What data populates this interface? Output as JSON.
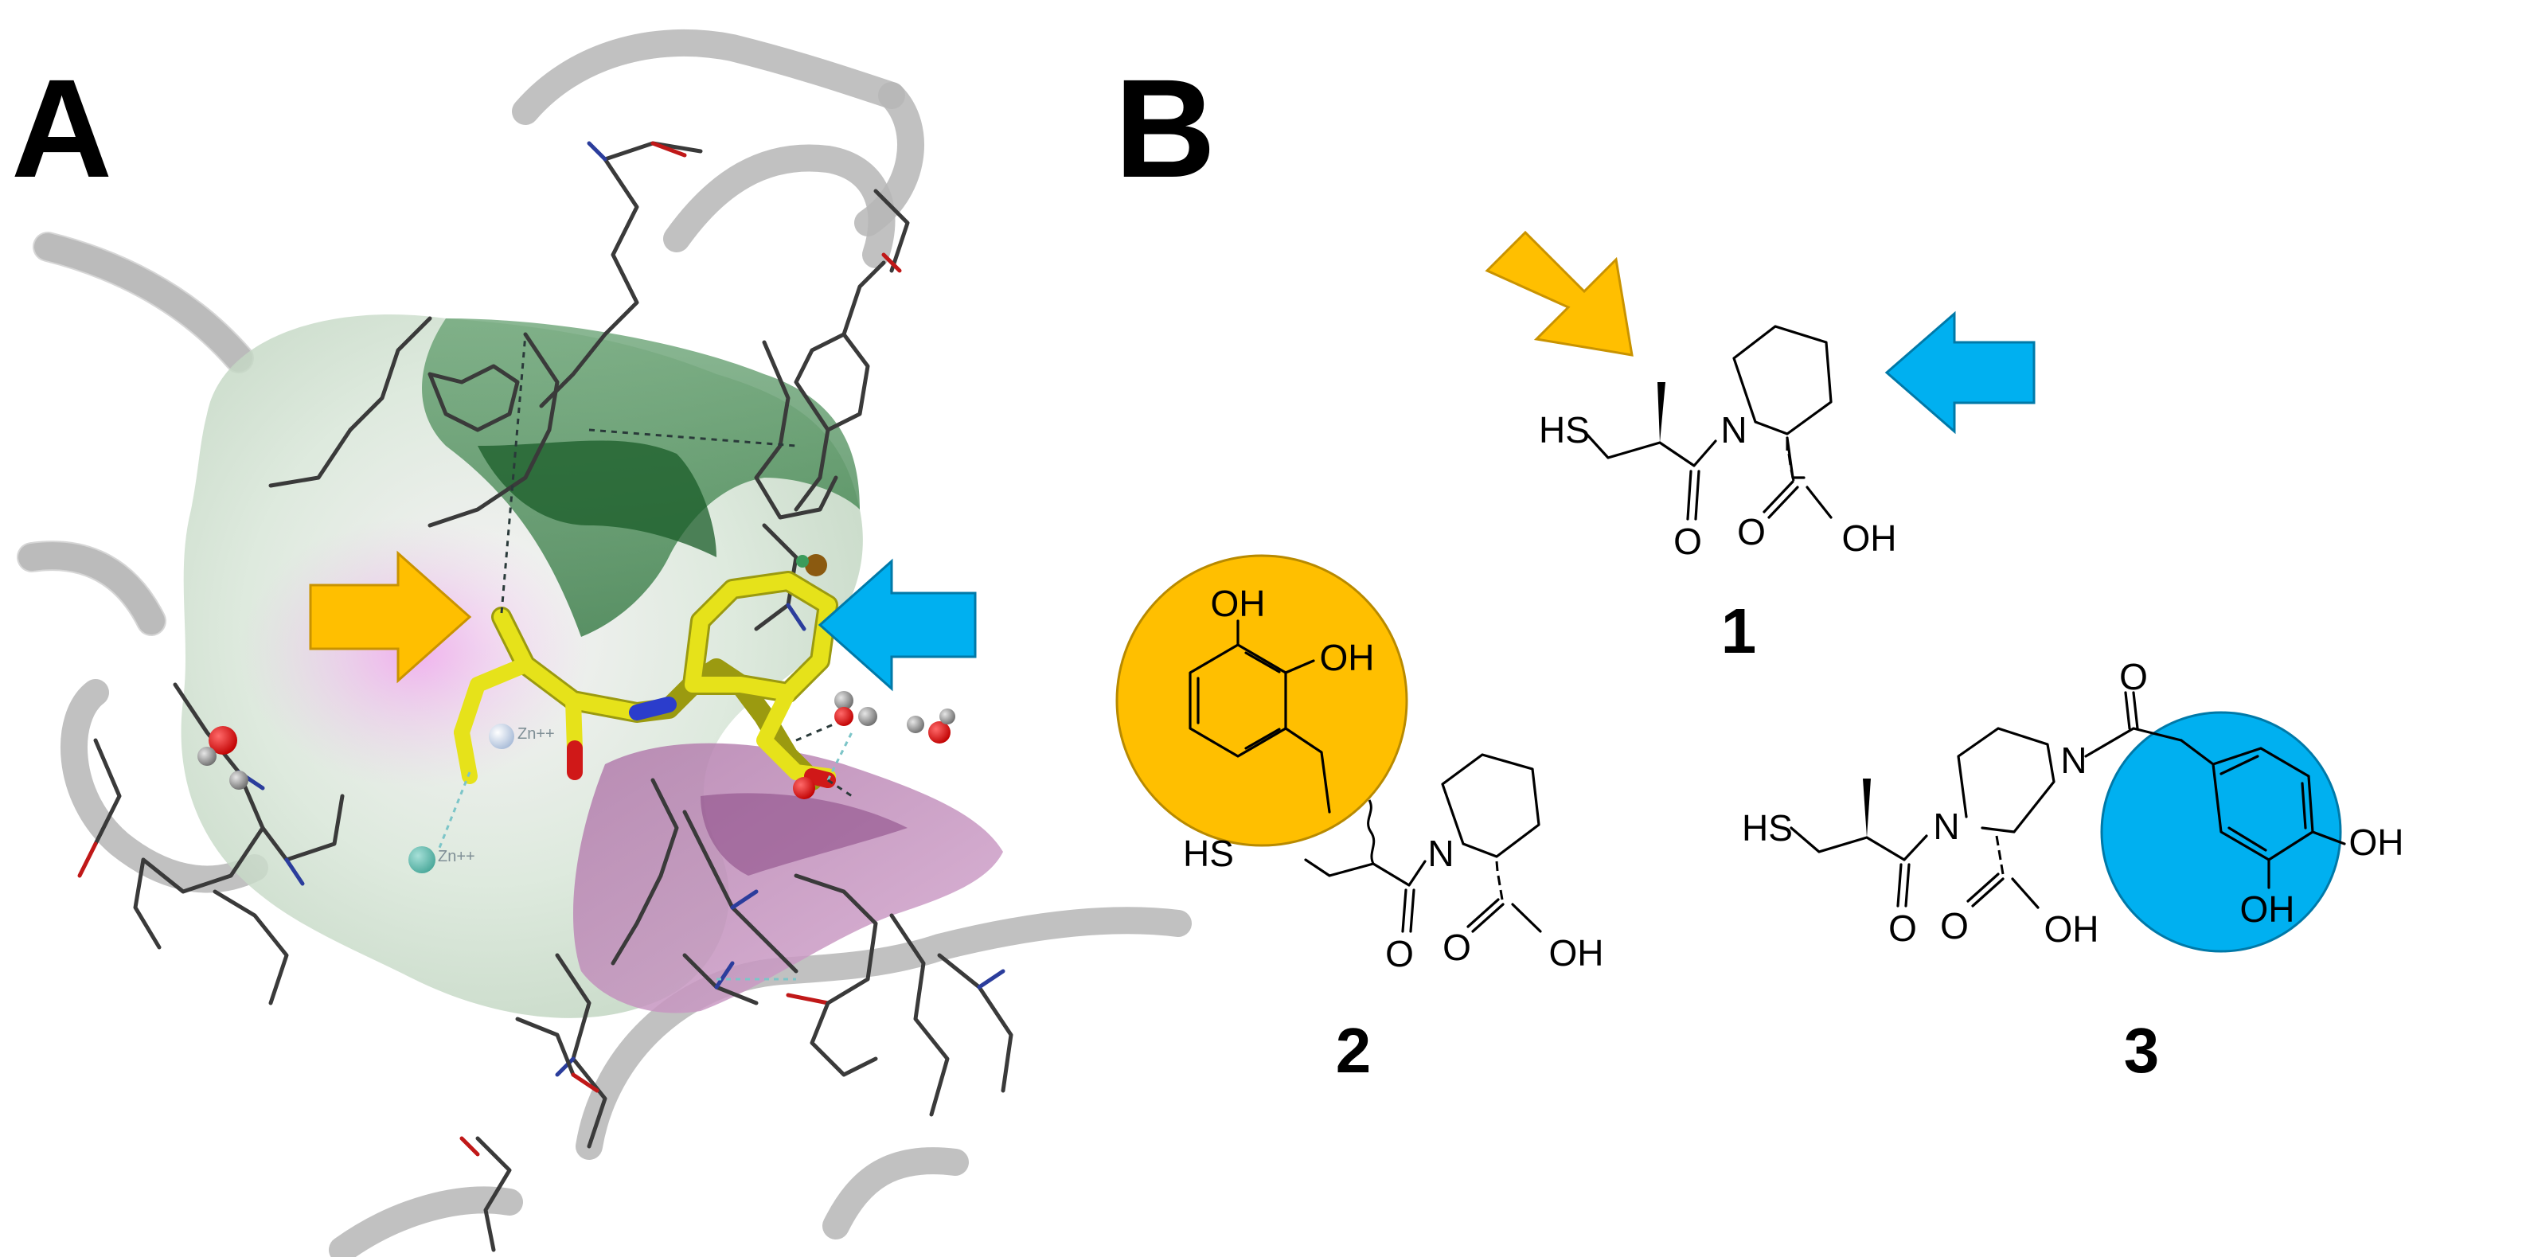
{
  "panels": {
    "a": {
      "label": "A"
    },
    "b": {
      "label": "B"
    }
  },
  "protein": {
    "zinc_label_1": "Zn++",
    "zinc_label_2": "Zn++"
  },
  "colors": {
    "orange_accent": "#FFBF00",
    "blue_accent": "#00B0F0",
    "ligand_yellow": "#E6E21A",
    "pocket_green": "#2E7D3E",
    "pocket_magenta": "#B06AA8"
  },
  "compounds": [
    {
      "number": "1",
      "atoms": {
        "hs": "HS",
        "n": "N",
        "o": "O",
        "oh": "OH",
        "o2": "O"
      }
    },
    {
      "number": "2",
      "atoms": {
        "hs": "HS",
        "n": "N",
        "o": "O",
        "oh": "OH",
        "o2": "O",
        "oh_top": "OH",
        "oh_right": "OH"
      }
    },
    {
      "number": "3",
      "atoms": {
        "hs": "HS",
        "n1": "N",
        "n2": "N",
        "o_top": "O",
        "o": "O",
        "oh": "OH",
        "o2": "O",
        "oh_a": "OH",
        "oh_b": "OH"
      }
    }
  ],
  "icons": [
    "orange-arrow-icon",
    "blue-arrow-icon",
    "catechol-highlight-icon"
  ]
}
